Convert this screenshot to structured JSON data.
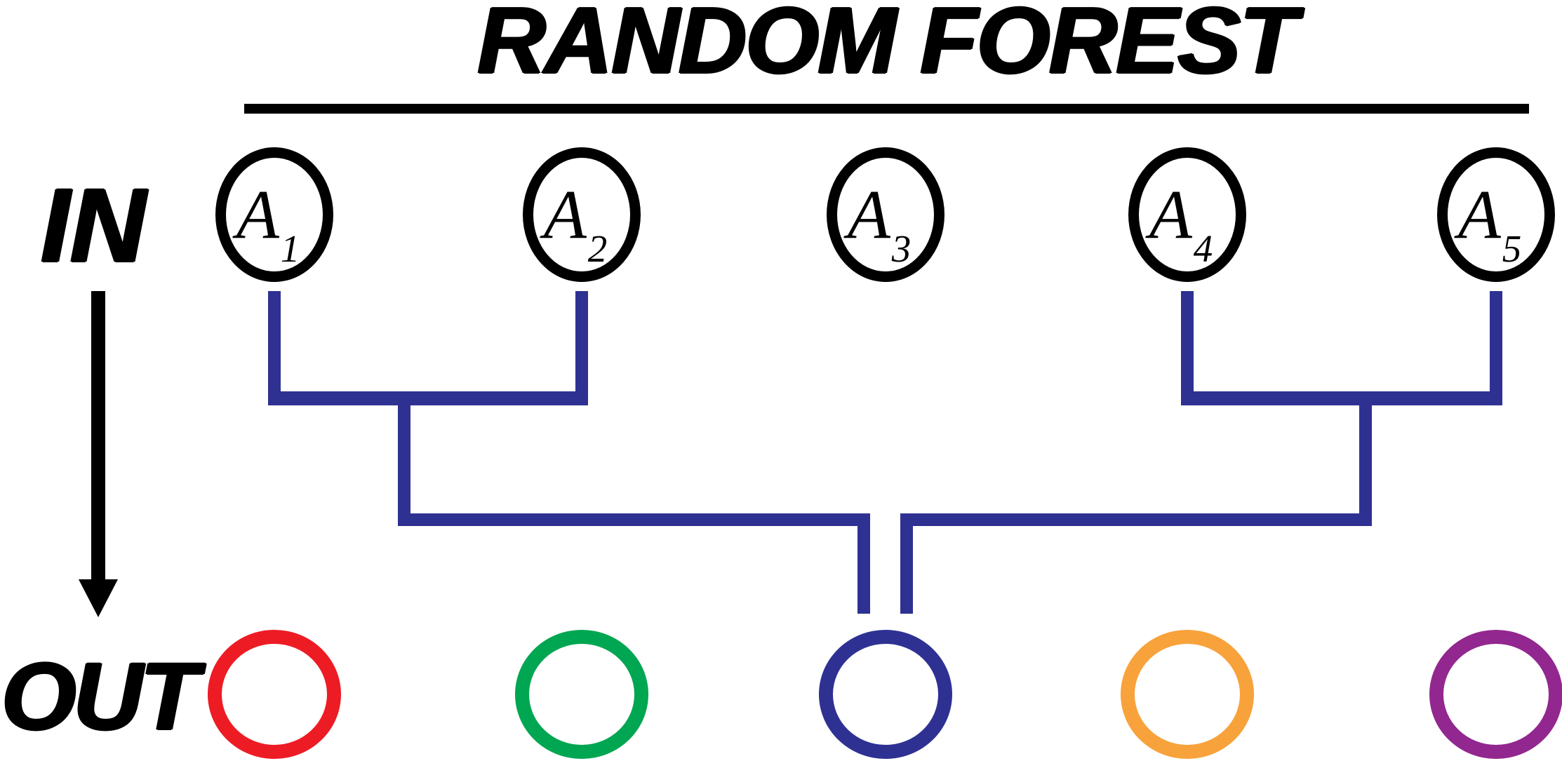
{
  "title": "RANDOM FOREST",
  "flow": {
    "in_label": "IN",
    "out_label": "OUT"
  },
  "colors": {
    "tree": "#2E3192",
    "ink": "#000000",
    "background": "#FFFFFF"
  },
  "inputs": [
    {
      "name": "A1",
      "letter": "A",
      "subscript": "1"
    },
    {
      "name": "A2",
      "letter": "A",
      "subscript": "2"
    },
    {
      "name": "A3",
      "letter": "A",
      "subscript": "3"
    },
    {
      "name": "A4",
      "letter": "A",
      "subscript": "4"
    },
    {
      "name": "A5",
      "letter": "A",
      "subscript": "5"
    }
  ],
  "outputs": [
    {
      "name": "red",
      "color": "#ED1C24"
    },
    {
      "name": "green",
      "color": "#00A651"
    },
    {
      "name": "blue",
      "color": "#2E3192"
    },
    {
      "name": "orange",
      "color": "#F8A23C"
    },
    {
      "name": "purple",
      "color": "#92278F"
    }
  ]
}
